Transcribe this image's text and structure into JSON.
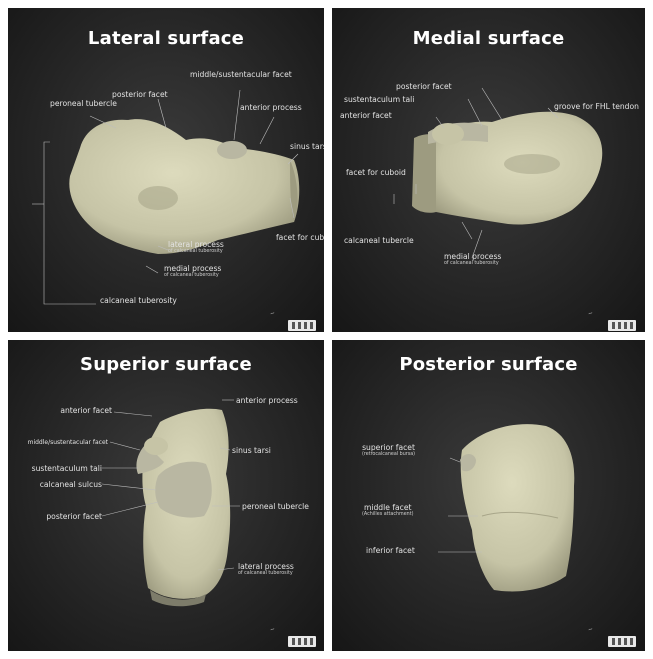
{
  "lateral": {
    "title": "Lateral surface",
    "labels": {
      "peroneal_tubercle": "peroneal tubercle",
      "posterior_facet": "posterior facet",
      "middle_sustentacular_facet": "middle/sustentacular facet",
      "anterior_process": "anterior process",
      "sinus_tarsi": "sinus tarsi",
      "facet_for_cuboid": "facet for cuboid",
      "lateral_process": "lateral process",
      "lateral_process_sub": "of calcaneal tuberosity",
      "medial_process": "medial process",
      "medial_process_sub": "of calcaneal tuberosity",
      "calcaneal_tuberosity": "calcaneal tuberosity"
    }
  },
  "medial": {
    "title": "Medial surface",
    "labels": {
      "posterior_facet": "posterior facet",
      "sustentaculum_tali": "sustentaculum tali",
      "anterior_facet": "anterior facet",
      "groove_fhl": "groove for FHL tendon",
      "facet_for_cuboid": "facet for cuboid",
      "calcaneal_tubercle": "calcaneal tubercle",
      "medial_process": "medial process",
      "medial_process_sub": "of calcaneal tuberosity"
    }
  },
  "superior": {
    "title": "Superior surface",
    "labels": {
      "anterior_facet": "anterior facet",
      "middle_sustentacular_facet": "middle/sustentacular facet",
      "sustentaculum_tali": "sustentaculum tali",
      "calcaneal_sulcus": "calcaneal sulcus",
      "posterior_facet": "posterior facet",
      "anterior_process": "anterior process",
      "sinus_tarsi": "sinus tarsi",
      "peroneal_tubercle": "peroneal tubercle",
      "lateral_process": "lateral process",
      "lateral_process_sub": "of calcaneal tuberosity"
    }
  },
  "posterior": {
    "title": "Posterior surface",
    "labels": {
      "superior_facet": "superior facet",
      "superior_facet_sub": "(retrocalcaneal bursa)",
      "middle_facet": "middle facet",
      "middle_facet_sub": "(Achilles attachment)",
      "inferior_facet": "inferior facet"
    }
  },
  "colors": {
    "bone": "#d3d1b3",
    "bone_shadow": "#9d9b80",
    "cartilage": "#b9b7a2",
    "panel_bg": "#262626",
    "label_text": "#e3e3e3",
    "title_text": "#ffffff"
  }
}
